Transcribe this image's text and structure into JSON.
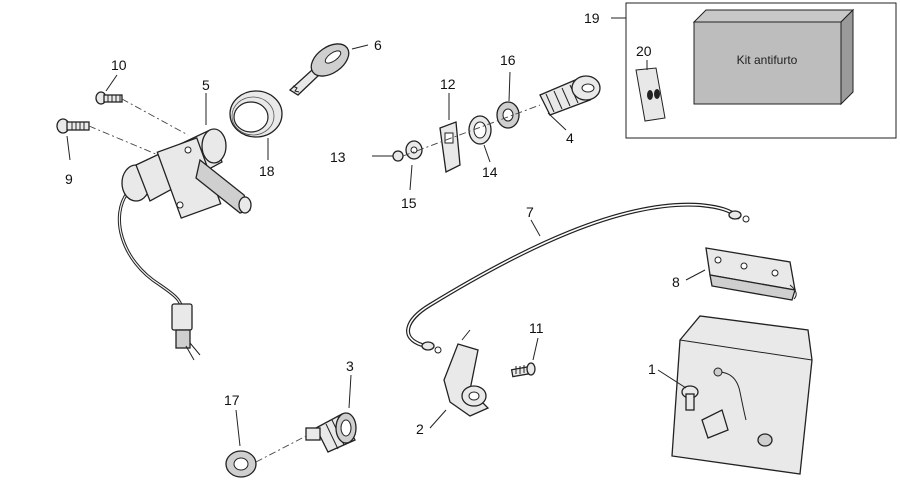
{
  "callouts": {
    "c1": "1",
    "c2": "2",
    "c3": "3",
    "c4": "4",
    "c5": "5",
    "c6": "6",
    "c7": "7",
    "c8": "8",
    "c9": "9",
    "c10": "10",
    "c11": "11",
    "c12": "12",
    "c13": "13",
    "c14": "14",
    "c15": "15",
    "c16": "16",
    "c17": "17",
    "c18": "18",
    "c19": "19",
    "c20": "20"
  },
  "kit_box_label": "Kit antifurto"
}
